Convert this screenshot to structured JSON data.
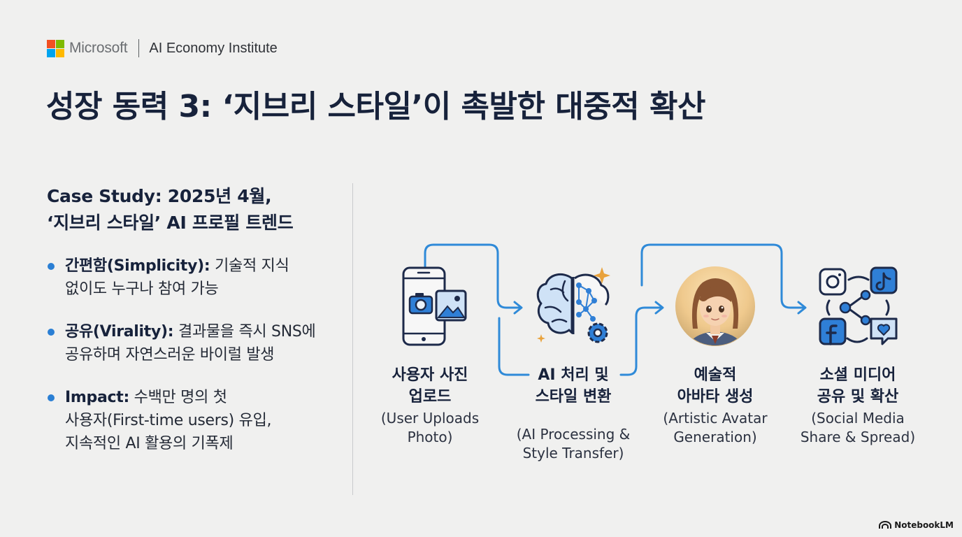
{
  "brand": {
    "company": "Microsoft",
    "institute": "AI Economy Institute",
    "logo_colors": [
      "#f25022",
      "#7fba00",
      "#00a4ef",
      "#ffb900"
    ]
  },
  "title": "성장 동력 3: ‘지브리 스타일’이 촉발한 대중적 확산",
  "case_study": {
    "line1": "Case Study: 2025년 4월,",
    "line2": "‘지브리 스타일’ AI 프로필 트렌드"
  },
  "bullets": [
    {
      "term": "간편함(Simplicity):",
      "lines": [
        " 기술적 지식",
        "없이도 누구나 참여 가능"
      ]
    },
    {
      "term": "공유(Virality):",
      "lines": [
        " 결과물을 즉시 SNS에",
        "공유하며 자연스러운 바이럴 발생"
      ]
    },
    {
      "term": "Impact:",
      "lines": [
        " 수백만 명의 첫",
        "사용자(First-time users) 유입,",
        "지속적인 AI 활용의 기폭제"
      ]
    }
  ],
  "steps": [
    {
      "ko1": "사용자 사진",
      "ko2": "업로드",
      "en1": "(User Uploads",
      "en2": "Photo)",
      "icon": "smartphone-photo-icon"
    },
    {
      "ko1": "AI 처리 및",
      "ko2": "스타일 변환",
      "en1": "(AI Processing &",
      "en2": "Style Transfer)",
      "icon": "ai-brain-icon"
    },
    {
      "ko1": "예술적",
      "ko2": "아바타 생성",
      "en1": "(Artistic Avatar",
      "en2": "Generation)",
      "icon": "avatar-portrait-icon"
    },
    {
      "ko1": "소셜 미디어",
      "ko2": "공유 및 확산",
      "en1": "(Social Media",
      "en2": "Share & Spread)",
      "icon": "social-share-icon"
    }
  ],
  "colors": {
    "accent": "#2a7fd4",
    "icon_navy": "#1d2a4a",
    "icon_blue": "#2f7fd6",
    "title": "#17223b",
    "spark": "#e9a23b"
  },
  "footer": {
    "label": "NotebookLM"
  }
}
